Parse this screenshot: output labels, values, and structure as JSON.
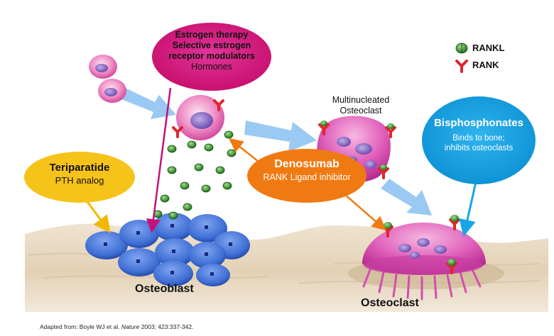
{
  "legend": {
    "rankl": "RANKL",
    "rank": "RANK"
  },
  "bubbles": {
    "estrogen": {
      "line1": "Estrogen therapy",
      "line2": "Selective estrogen",
      "line3": "receptor modulators",
      "line4": "Hormones"
    },
    "teriparatide": {
      "title": "Teriparatide",
      "subtitle": "PTH analog"
    },
    "denosumab": {
      "title": "Denosumab",
      "subtitle": "RANK Ligand inhibitor"
    },
    "bisphosphonates": {
      "title": "Bisphosphonates",
      "line1": "Binds to bone;",
      "line2": "inhibits osteoclasts"
    }
  },
  "labels": {
    "multinucleated_line1": "Multinucleated",
    "multinucleated_line2": "Osteoclast",
    "osteoblast": "Osteoblast",
    "osteoclast": "Osteoclast"
  },
  "citation": {
    "prefix": "Adapted from: Boyle WJ et al. ",
    "journal": "Nature",
    "suffix": " 2003; 423:337-342."
  },
  "colors": {
    "estrogen_bubble": "#d4137e",
    "teriparatide_bubble": "#f6c31a",
    "denosumab_bubble": "#f07a12",
    "bisphosphonates_bubble": "#16a6e6",
    "flow_arrow": "#8fc3f2",
    "bone": "#e6d6bf",
    "osteoblast": "#3f6fd4",
    "osteoclast": "#d84fb0",
    "rankl": "#2f9a2a",
    "rank": "#e2262b"
  }
}
